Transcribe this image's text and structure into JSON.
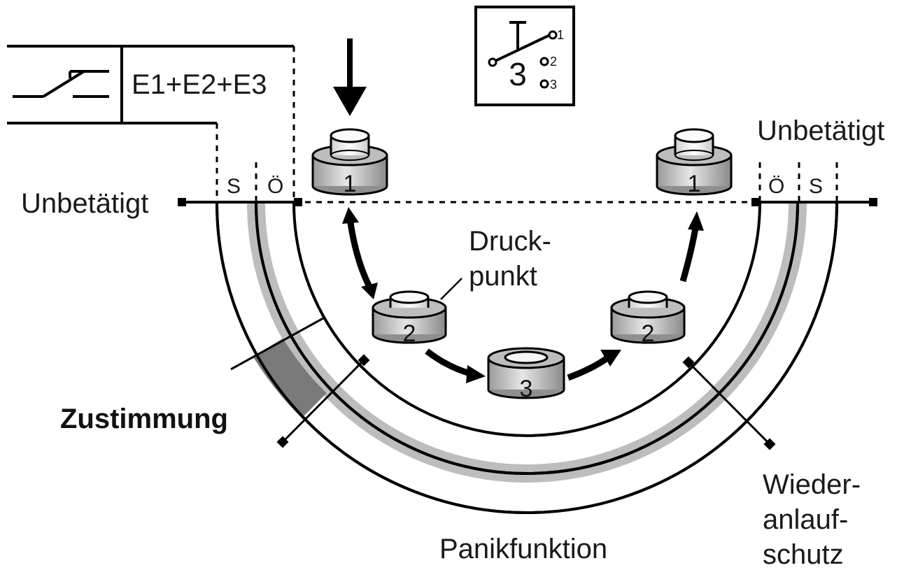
{
  "labels": {
    "switch_contacts": "E1+E2+E3",
    "unactuated_left": "Unbetätigt",
    "unactuated_right": "Unbetätigt",
    "pressure_point_line1": "Druck-",
    "pressure_point_line2": "punkt",
    "enabling": "Zustimmung",
    "panic_function": "Panikfunktion",
    "restart_line1": "Wieder-",
    "restart_line2": "anlauf-",
    "restart_line3": "schutz",
    "contact_s_left": "S",
    "contact_o_left": "Ö",
    "contact_o_right": "Ö",
    "contact_s_right": "S"
  },
  "positions": {
    "pos_1_left": "1",
    "pos_2_left": "2",
    "pos_3": "3",
    "pos_2_right": "2",
    "pos_1_right": "1"
  },
  "symbol": {
    "big_number": "3",
    "t1": "1",
    "t2": "2",
    "t3": "3"
  },
  "colors": {
    "line": "#000000",
    "band_light": "#bfbfbf",
    "band_dark": "#7a7a7a",
    "button_fill": "#cfcfcf"
  }
}
